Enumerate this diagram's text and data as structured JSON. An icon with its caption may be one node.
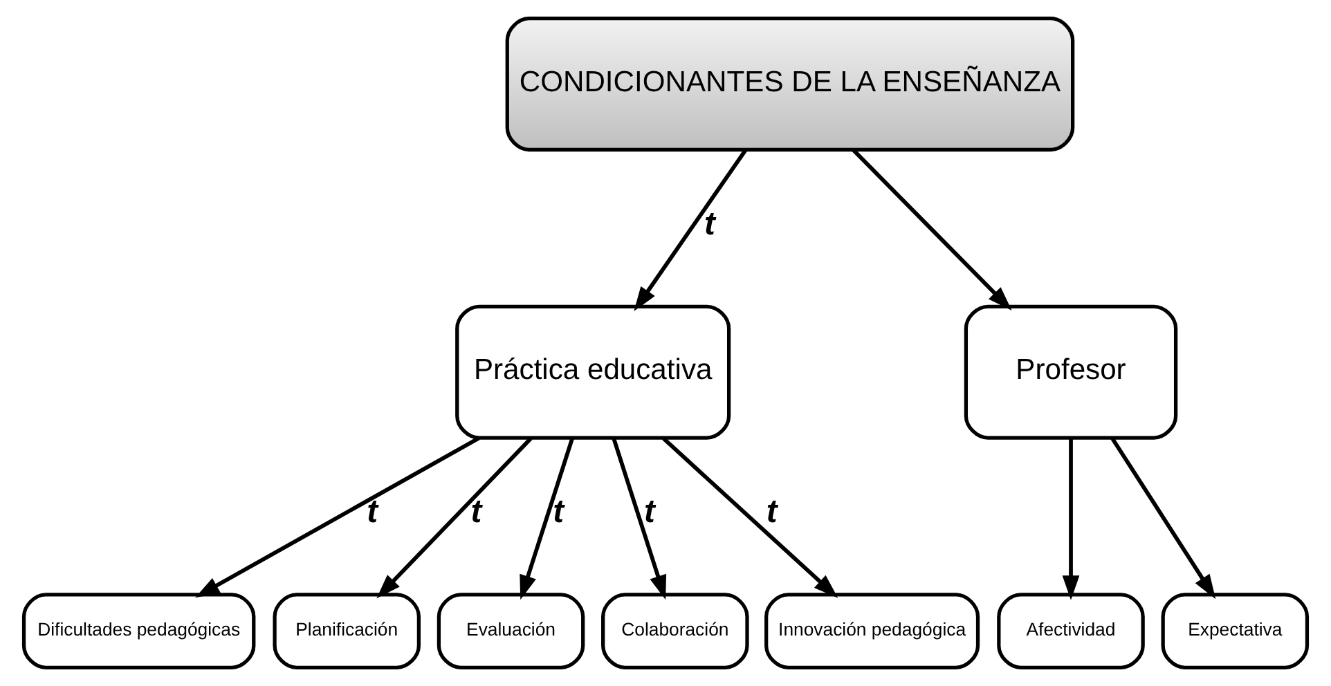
{
  "diagram": {
    "nodes": [
      {
        "text": [
          "CONDICIONANTES DE LA ENSEÑANZA"
        ]
      },
      {
        "text": [
          "Práctica educativa"
        ]
      },
      {
        "text": [
          "Profesor"
        ]
      },
      {
        "text": [
          "Dificultades pedagógicas"
        ]
      },
      {
        "text": [
          "Planificación"
        ]
      },
      {
        "text": [
          "Evaluación"
        ]
      },
      {
        "text": [
          "Colaboración"
        ]
      },
      {
        "text": [
          "Innovación pedagógica"
        ]
      },
      {
        "text": [
          "Afectividad"
        ]
      },
      {
        "text": [
          "Expectativa"
        ]
      }
    ],
    "edges": [
      {
        "from": 0,
        "to": 1,
        "arrow": "to",
        "label": "t"
      },
      {
        "from": 0,
        "to": 2,
        "arrow": "to"
      },
      {
        "from": 1,
        "to": 3,
        "arrow": "to",
        "label": "t"
      },
      {
        "from": 1,
        "to": 4,
        "arrow": "to",
        "label": "t"
      },
      {
        "from": 1,
        "to": 5,
        "arrow": "to",
        "label": "t"
      },
      {
        "from": 1,
        "to": 6,
        "arrow": "to",
        "label": "t"
      },
      {
        "from": 1,
        "to": 7,
        "arrow": "to",
        "label": "t"
      },
      {
        "from": 2,
        "to": 8,
        "arrow": "to"
      },
      {
        "from": 2,
        "to": 9,
        "arrow": "to"
      }
    ]
  }
}
